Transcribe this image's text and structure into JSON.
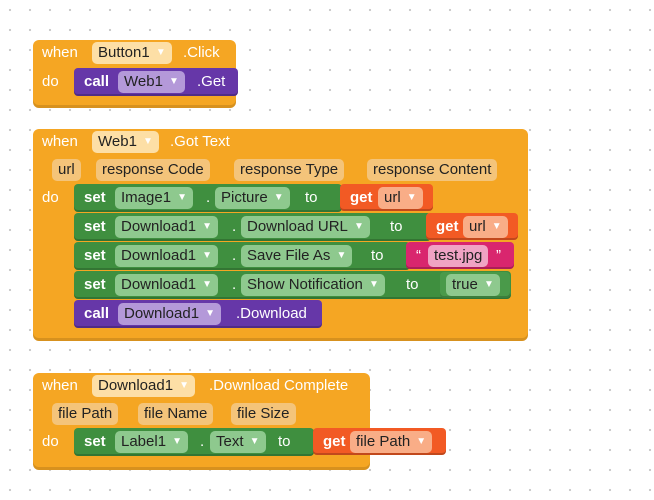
{
  "block1": {
    "when": "when",
    "component": "Button1",
    "event": ".Click",
    "do": "do",
    "call": "call",
    "call_component": "Web1",
    "call_method": ".Get"
  },
  "block2": {
    "when": "when",
    "component": "Web1",
    "event": ".Got Text",
    "params": [
      "url",
      "response Code",
      "response Type",
      "response Content"
    ],
    "do": "do",
    "set_kw": "set",
    "to_kw": "to",
    "dot": ".",
    "get_kw": "get",
    "rows": [
      {
        "component": "Image1",
        "property": "Picture",
        "value_var": "url"
      },
      {
        "component": "Download1",
        "property": "Download URL",
        "value_var": "url"
      },
      {
        "component": "Download1",
        "property": "Save File As",
        "value_text": "test.jpg",
        "quote_open": "“",
        "quote_close": "”"
      },
      {
        "component": "Download1",
        "property": "Show Notification",
        "value_bool": "true"
      }
    ],
    "call": "call",
    "call_component": "Download1",
    "call_method": ".Download"
  },
  "block3": {
    "when": "when",
    "component": "Download1",
    "event": ".Download Complete",
    "params": [
      "file Path",
      "file Name",
      "file Size"
    ],
    "do": "do",
    "set_kw": "set",
    "component2": "Label1",
    "dot": ".",
    "property": "Text",
    "to_kw": "to",
    "get_kw": "get",
    "value_var": "file Path"
  },
  "icons": {
    "dropdown": "dropdown-arrow-icon"
  },
  "colors": {
    "event": "#f5a623",
    "set": "#3f8f3f",
    "call": "#6637a8",
    "get": "#f25a24",
    "text": "#d9266e"
  }
}
